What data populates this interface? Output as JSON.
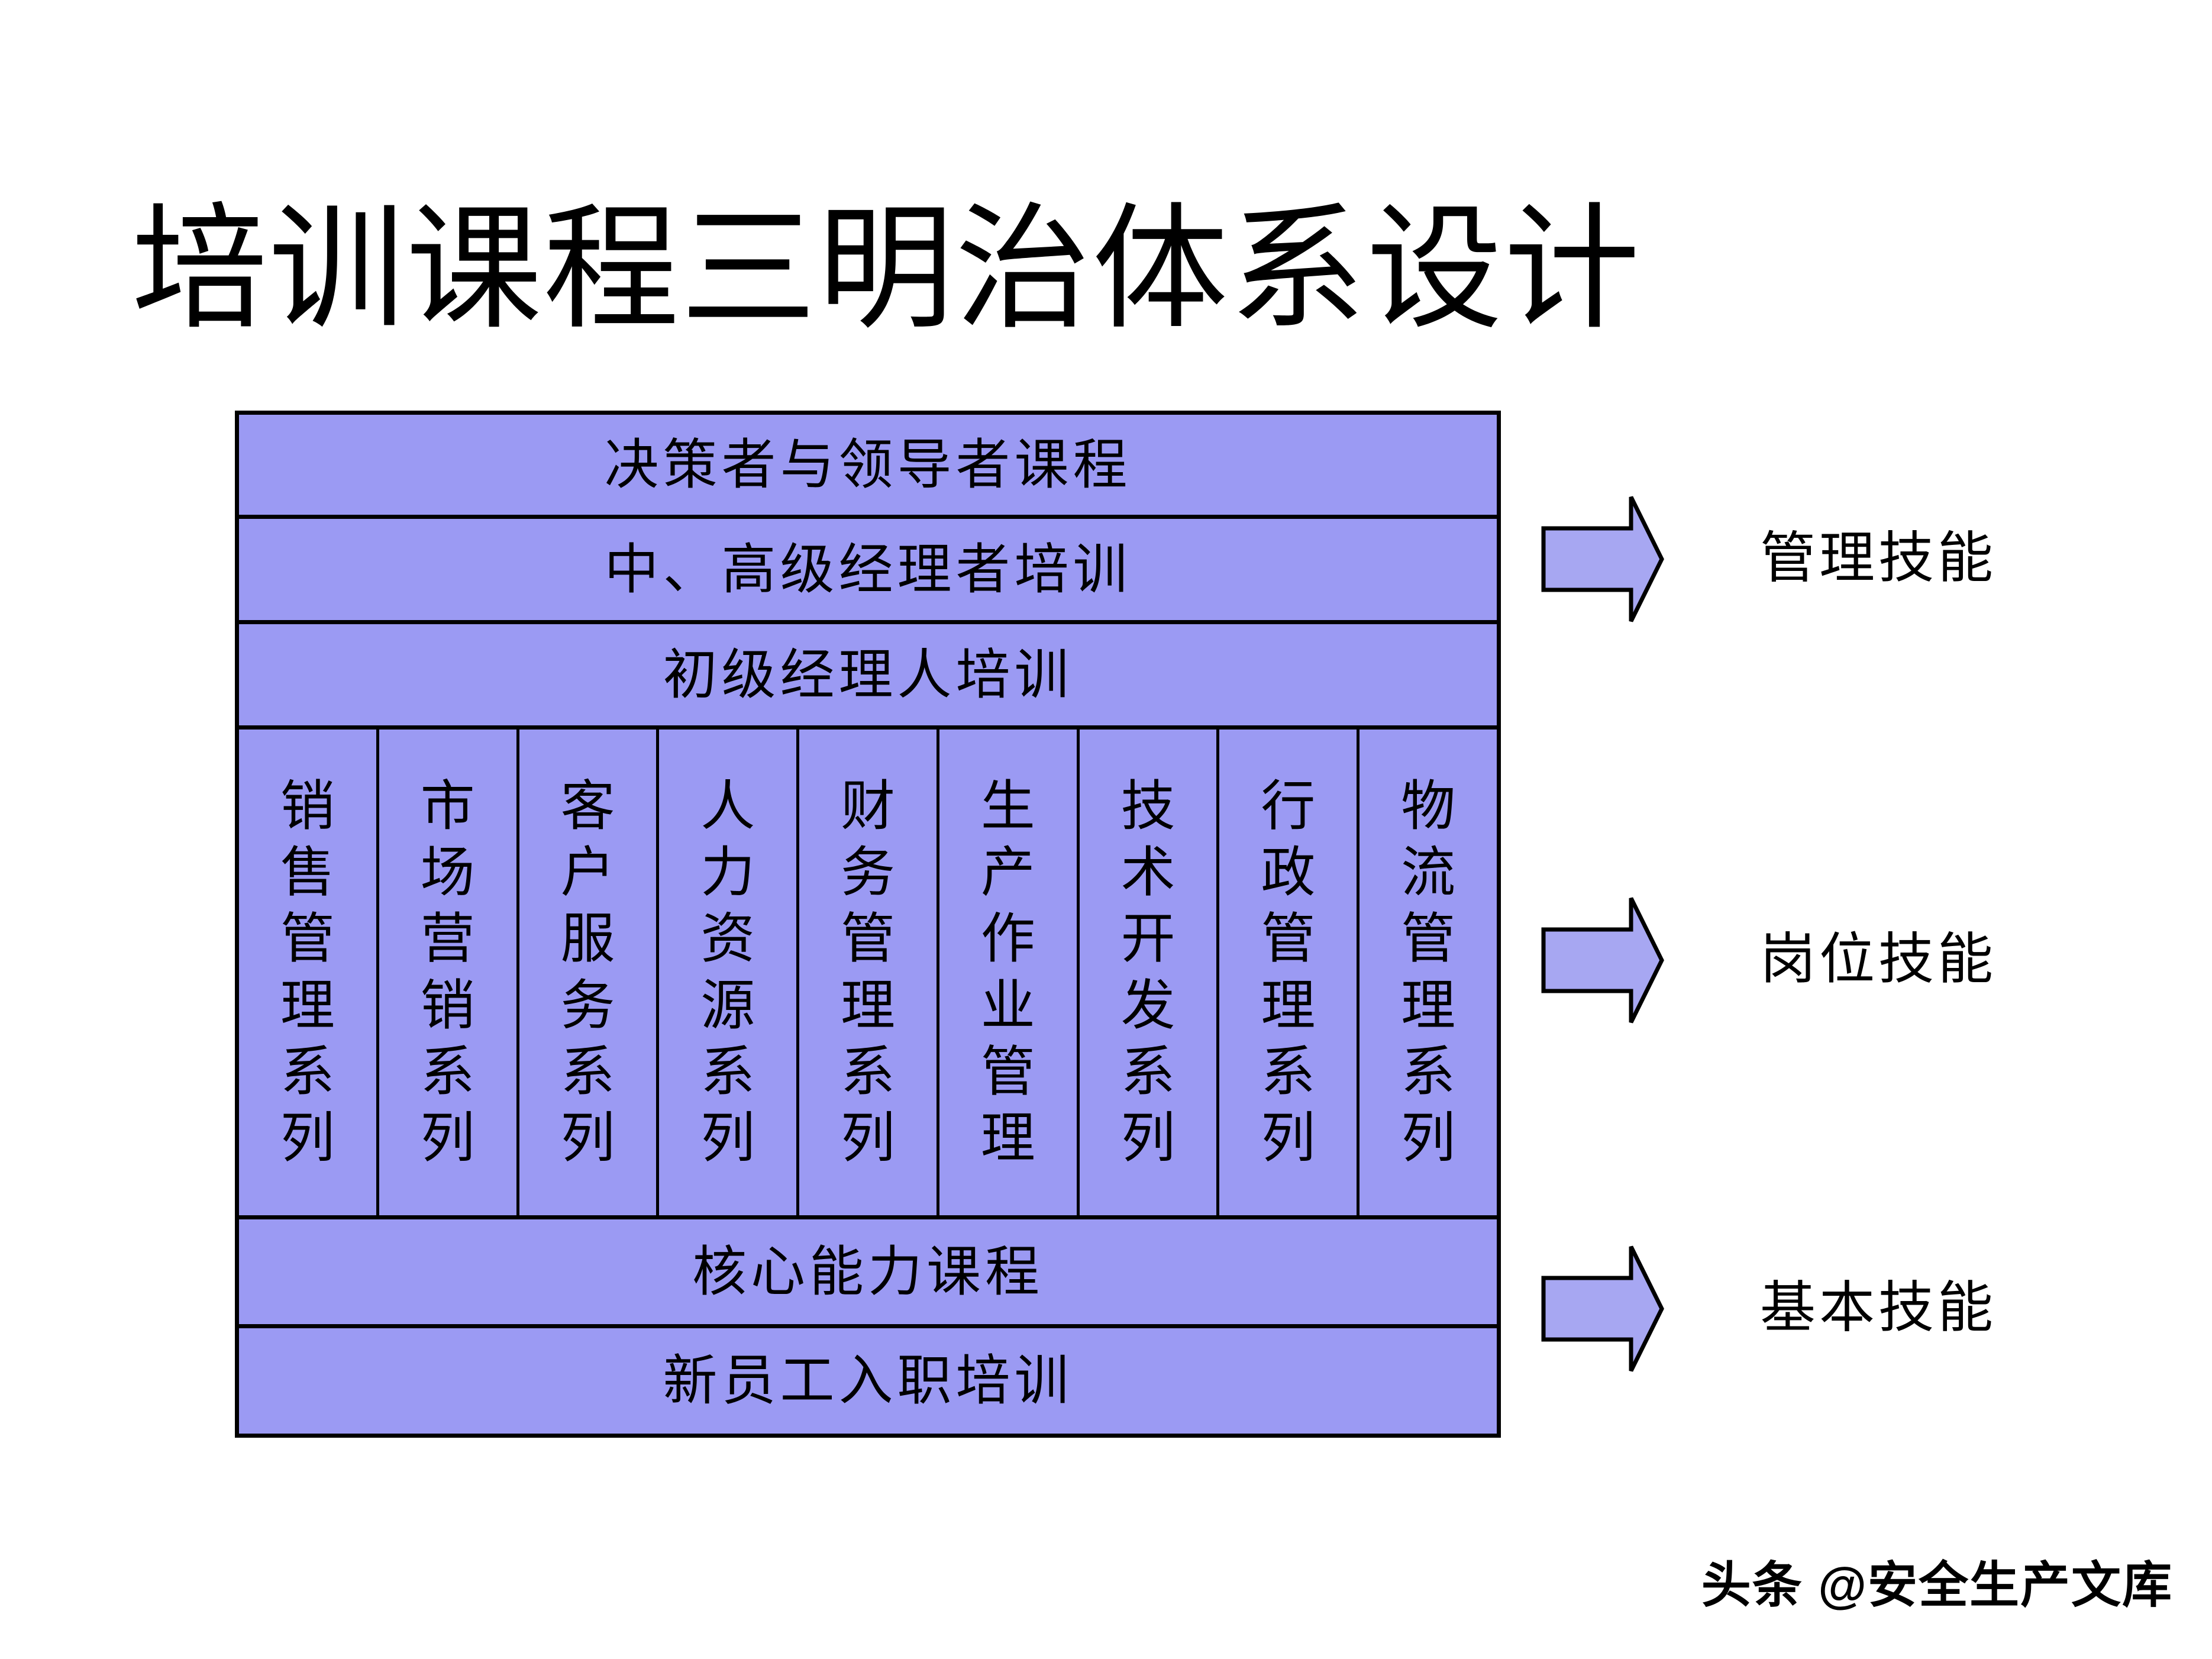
{
  "slide": {
    "title": "培训课程三明治体系设计"
  },
  "diagram": {
    "top_rows": [
      {
        "label": "决策者与领导者课程"
      },
      {
        "label": "中、高级经理者培训"
      },
      {
        "label": "初级经理人培训"
      }
    ],
    "columns": [
      {
        "label": "销售管理系列"
      },
      {
        "label": "市场营销系列"
      },
      {
        "label": "客户服务系列"
      },
      {
        "label": "人力资源系列"
      },
      {
        "label": "财务管理系列"
      },
      {
        "label": "生产作业管理"
      },
      {
        "label": "技术开发系列"
      },
      {
        "label": "行政管理系列"
      },
      {
        "label": "物流管理系列"
      }
    ],
    "bottom_rows": [
      {
        "label": "核心能力课程"
      },
      {
        "label": "新员工入职培训"
      }
    ]
  },
  "legend": [
    {
      "label": "管理技能"
    },
    {
      "label": "岗位技能"
    },
    {
      "label": "基本技能"
    }
  ],
  "watermark": "头条 @安全生产文库",
  "colors": {
    "box_fill": "#9b9af3",
    "arrow_fill": "#a7a7f2",
    "border": "#000000"
  }
}
